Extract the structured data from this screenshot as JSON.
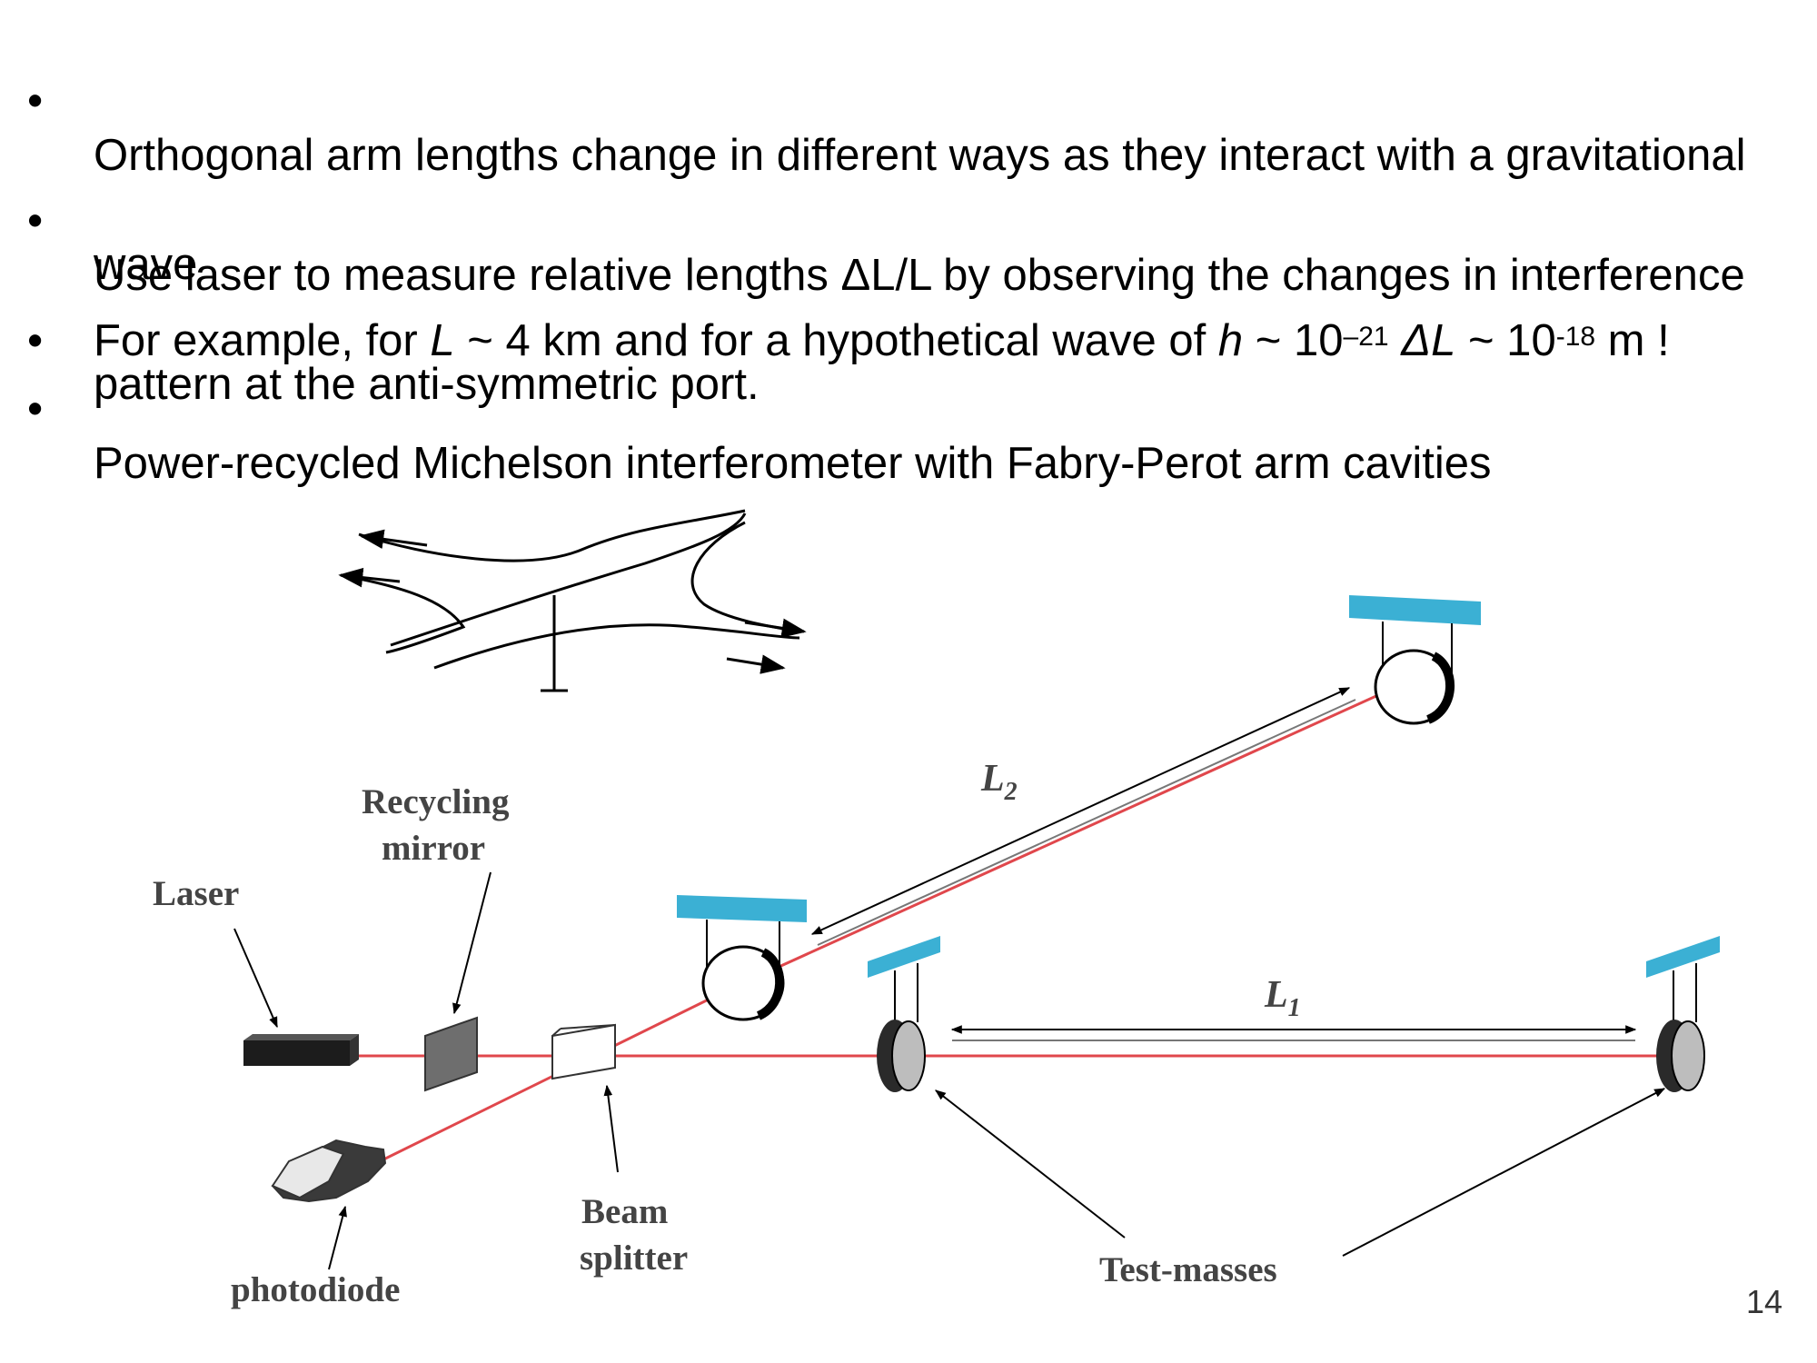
{
  "bullets": [
    {
      "text_lines": [
        "Orthogonal arm lengths change in different ways as they interact with a gravitational",
        "wave"
      ]
    },
    {
      "text_lines": [
        "Use laser to measure relative lengths ΔL/L by observing the changes in interference",
        "pattern at the anti-symmetric port."
      ]
    },
    {
      "pre": "For example, for ",
      "L": "L",
      "mid1": " ~ 4 km  and for a hypothetical wave of ",
      "h": "h",
      "mid2": " ~ 10",
      "exp1": "–21",
      "dL": " ΔL",
      "mid3": " ~ 10",
      "exp2": "-18",
      "post": " m !"
    },
    {
      "text_lines": [
        "Power-recycled Michelson interferometer with Fabry-Perot arm cavities"
      ]
    }
  ],
  "bullet_symbol": "•",
  "diagram": {
    "labels": {
      "recycling_mirror_1": "Recycling",
      "recycling_mirror_2": "mirror",
      "laser": "Laser",
      "beam_splitter_1": "Beam",
      "beam_splitter_2": "splitter",
      "photodiode": "photodiode",
      "test_masses": "Test-masses",
      "L1": "L",
      "L1_sub": "1",
      "L2": "L",
      "L2_sub": "2"
    },
    "colors": {
      "beam": "#e0474c",
      "suspension": "#3bb0d4",
      "mass_dark": "#2a2a2a",
      "laser_box": "#1c1c1c",
      "recycling_mirror": "#6e6e6e"
    }
  },
  "page_number": "14"
}
